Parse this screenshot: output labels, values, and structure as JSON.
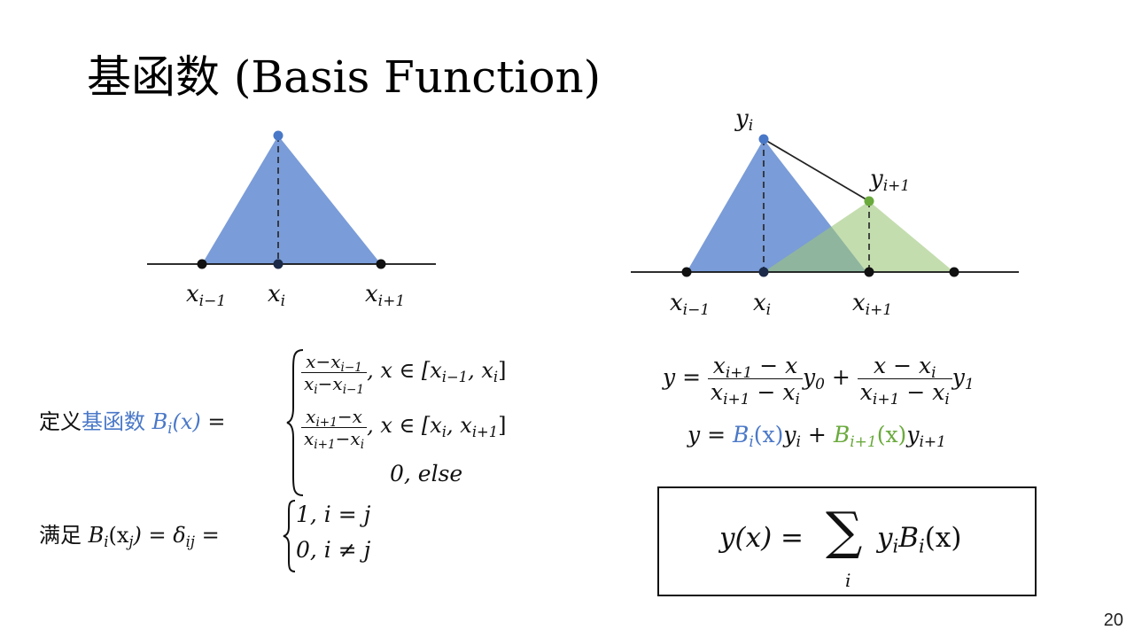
{
  "title": "基函数 (Basis Function)",
  "page_number": "20",
  "colors": {
    "blue": "#4a78c8",
    "blue_fill": "#7397d6",
    "green": "#6aaa3c",
    "green_fill": "#b3d39a"
  },
  "diagram_left": {
    "labels": {
      "x_prev": "x",
      "x_prev_sub": "i−1",
      "x_cur": "x",
      "x_cur_sub": "i",
      "x_next": "x",
      "x_next_sub": "i+1"
    }
  },
  "diagram_right": {
    "labels": {
      "y_cur": "y",
      "y_cur_sub": "i",
      "y_next": "y",
      "y_next_sub": "i+1",
      "x_prev": "x",
      "x_prev_sub": "i−1",
      "x_cur": "x",
      "x_cur_sub": "i",
      "x_next": "x",
      "x_next_sub": "i+1"
    }
  },
  "definition": {
    "prefix_zh": "定义",
    "basis_zh": "基函数",
    "B": "B",
    "B_sub": "i",
    "arg": "(x)",
    "eq": "=",
    "case1_cond": ", x ∈ [x",
    "case1_cond_sub1": "i−1",
    "case1_cond_mid": ", x",
    "case1_cond_sub2": "i",
    "case1_cond_end": "]",
    "case2_cond": ", x ∈ [x",
    "case2_cond_sub1": "i",
    "case2_cond_mid": ", x",
    "case2_cond_sub2": "i+1",
    "case2_cond_end": "]",
    "case3": "0, else"
  },
  "condition": {
    "prefix_zh": "满足",
    "lhs": "B",
    "lhs_sub": "i",
    "arg_open": "(x",
    "arg_sub": "j",
    "arg_close": ") = δ",
    "delta_sub": "ij",
    "eq": "=",
    "case1": "1, i = j",
    "case2": "0, i ≠ j"
  },
  "interpolation": {
    "line1_lhs": "y =",
    "line2_lhs": "y =",
    "y0": "y",
    "y0_sub": "0",
    "y1": "y",
    "y1_sub": "1",
    "plus": "+"
  },
  "boxed_formula": {
    "lhs": "y(x) =",
    "sum": "∑",
    "sum_index": "i",
    "rhs_y": "y",
    "rhs_y_sub": "i",
    "rhs_B": "B",
    "rhs_B_sub": "i",
    "rhs_arg": "(x)"
  }
}
